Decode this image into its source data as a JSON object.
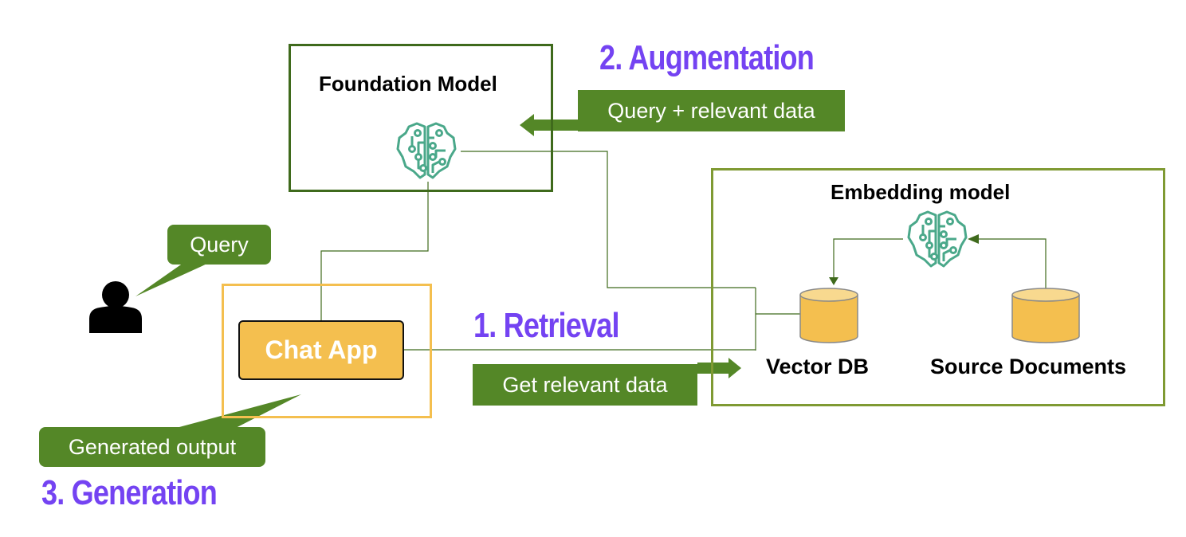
{
  "foundation_model": {
    "title": "Foundation Model",
    "icon": "brain-circuit-icon"
  },
  "embedding_model": {
    "title": "Embedding model",
    "icon": "brain-circuit-icon"
  },
  "chat_app": {
    "label": "Chat App"
  },
  "user": {
    "icon": "user-icon"
  },
  "bubbles": {
    "query": "Query",
    "generated_output": "Generated output"
  },
  "arrows": {
    "augmentation_label": "Query + relevant data",
    "retrieval_label": "Get relevant data"
  },
  "steps": {
    "retrieval": "1. Retrieval",
    "augmentation": "2. Augmentation",
    "generation": "3. Generation"
  },
  "stores": {
    "vector_db": "Vector DB",
    "source_documents": "Source Documents"
  },
  "colors": {
    "step_text": "#7443f2",
    "label_green": "#548727",
    "db_yellow": "#f4bf4f",
    "brain_teal": "#4aa88a",
    "fm_border": "#3f6a1c",
    "em_border": "#7f9a33"
  }
}
